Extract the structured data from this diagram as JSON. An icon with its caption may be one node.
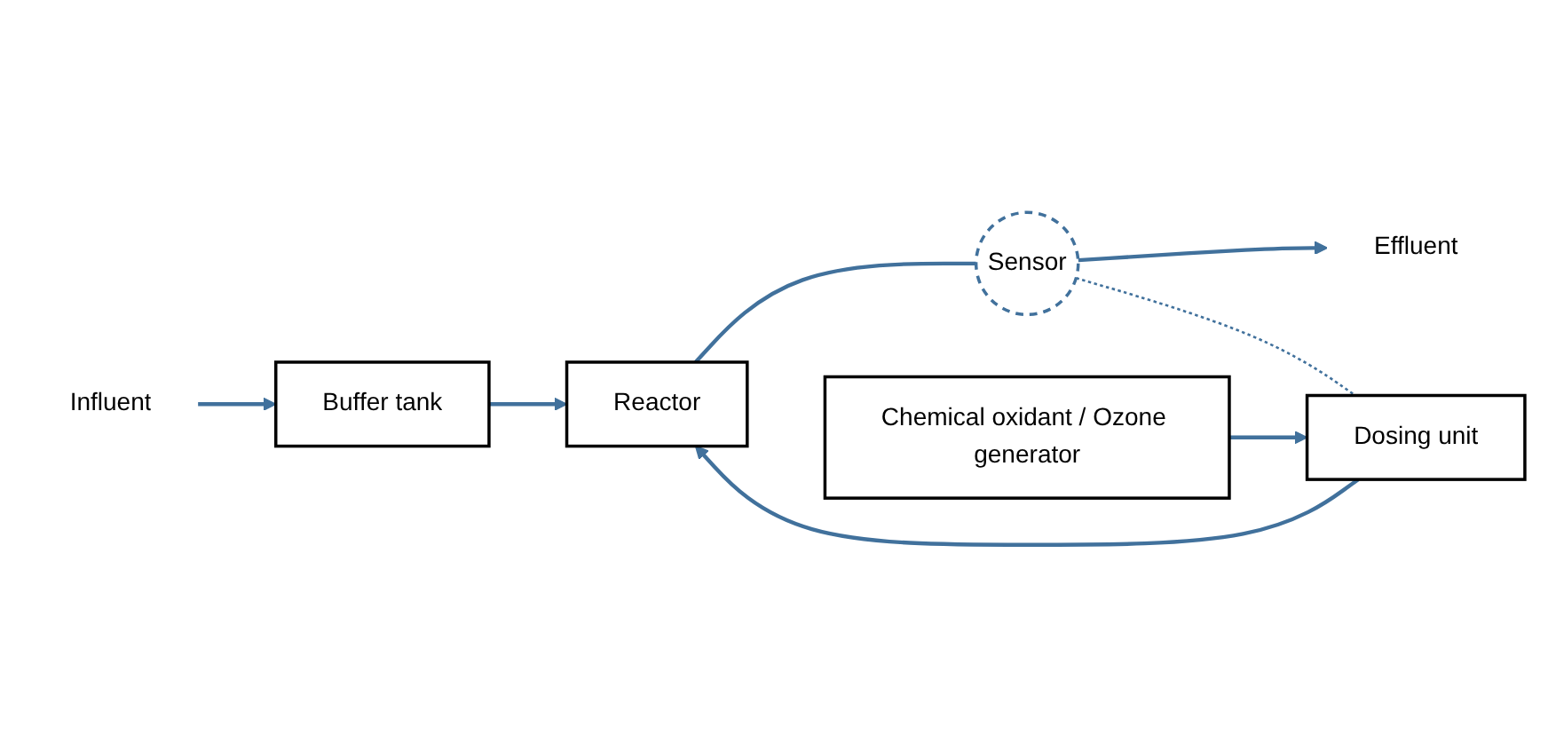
{
  "diagram": {
    "nodes": [
      {
        "text": [
          "Influent"
        ]
      },
      {
        "text": [
          "Buffer tank"
        ]
      },
      {
        "text": [
          "Reactor"
        ]
      },
      {
        "text": [
          "Sensor"
        ]
      },
      {
        "text": [
          "Effluent"
        ]
      },
      {
        "text": [
          "Dosing unit"
        ]
      },
      {
        "text": [
          "Chemical oxidant / Ozone generator"
        ]
      }
    ],
    "edges": [
      {
        "from": 0,
        "to": 1,
        "arrow": "to"
      },
      {
        "from": 1,
        "to": 2,
        "arrow": "to"
      },
      {
        "from": 2,
        "to": 3,
        "arrow": "none"
      },
      {
        "from": 3,
        "to": 4,
        "arrow": "to"
      },
      {
        "from": 5,
        "to": 2,
        "arrow": "to"
      },
      {
        "from": 6,
        "to": 5,
        "arrow": "to"
      },
      {
        "from": 3,
        "to": 5,
        "arrow": "none",
        "style": "dashed"
      }
    ]
  }
}
